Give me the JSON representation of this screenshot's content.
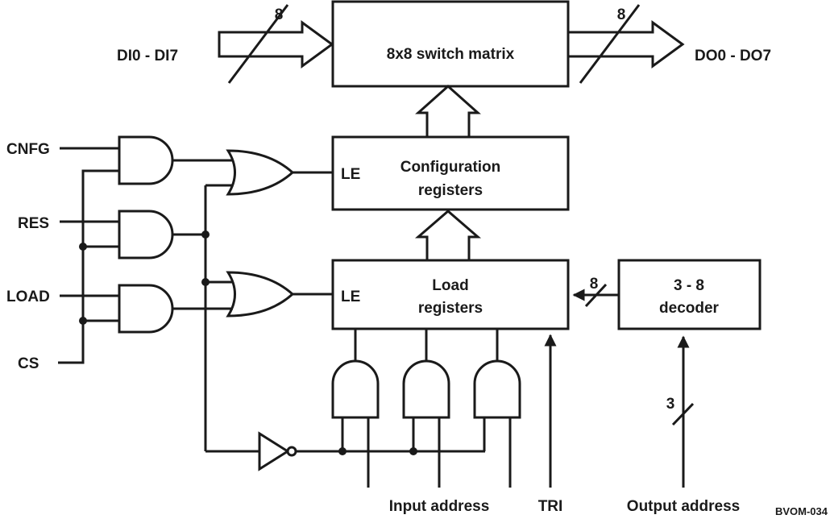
{
  "switch_matrix": {
    "label": "8x8 switch matrix"
  },
  "config_registers": {
    "line1": "Configuration",
    "line2": "registers",
    "le": "LE"
  },
  "load_registers": {
    "line1": "Load",
    "line2": "registers",
    "le": "LE"
  },
  "decoder": {
    "line1": "3 - 8",
    "line2": "decoder"
  },
  "data_in": {
    "label": "DI0 - DI7",
    "width": "8"
  },
  "data_out": {
    "label": "DO0 - DO7",
    "width": "8"
  },
  "decoder_bus": {
    "width": "8"
  },
  "output_addr_bus": {
    "width": "3"
  },
  "inputs": {
    "cnfg": "CNFG",
    "res": "RES",
    "load": "LOAD",
    "cs": "CS"
  },
  "bottom": {
    "input_address": "Input address",
    "tri": "TRI",
    "output_address": "Output address"
  },
  "figure_id": "BVOM-034"
}
